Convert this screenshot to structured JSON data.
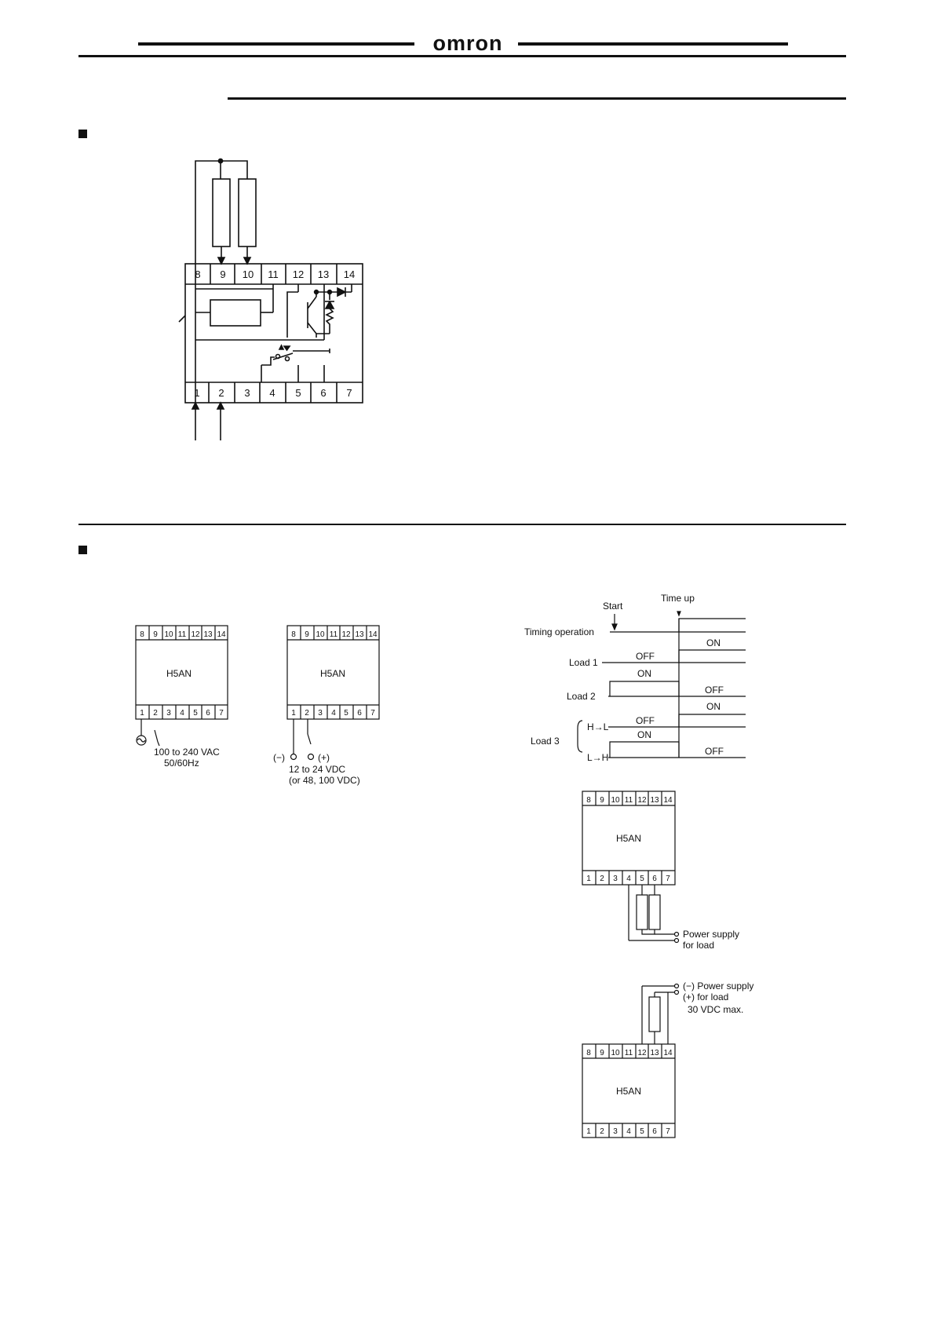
{
  "header": {
    "brand": "omron"
  },
  "terminals": {
    "top": [
      "8",
      "9",
      "10",
      "11",
      "12",
      "13",
      "14"
    ],
    "bottom": [
      "1",
      "2",
      "3",
      "4",
      "5",
      "6",
      "7"
    ]
  },
  "model_label": "H5AN",
  "wiring": {
    "ac": {
      "line1": "100 to 240 VAC",
      "line2": "50/60Hz"
    },
    "dc": {
      "polarity_minus": "(−)",
      "polarity_plus": "(+)",
      "line1": "12 to 24 VDC",
      "line2": "(or 48, 100 VDC)"
    }
  },
  "timing": {
    "start": "Start",
    "time_up": "Time up",
    "timing_operation": "Timing operation",
    "load1": "Load 1",
    "load2": "Load 2",
    "load3": "Load 3",
    "h_to_l": "H→L",
    "l_to_h": "L→H",
    "on": "ON",
    "off": "OFF"
  },
  "relay_output": {
    "line1": "Power supply",
    "line2": "for load"
  },
  "transistor_output": {
    "line1": "(−) Power supply",
    "line2": "(+) for load",
    "line3": "30 VDC max."
  }
}
